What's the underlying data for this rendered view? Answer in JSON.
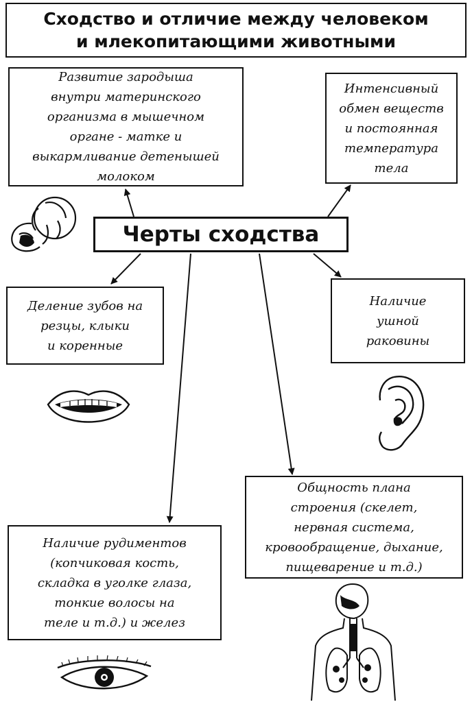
{
  "title": "Сходство и отличие между человеком\nи млекопитающими животными",
  "center": "Черты сходства",
  "features": {
    "embryo": "Развитие зародыша\nвнутри материнского\nорганизма в мышечном\nоргане - матке и\nвыкармливание детенышей\nмолоком",
    "metabolism": "Интенсивный\nобмен веществ\nи постоянная\nтемпература\nтела",
    "teeth": "Деление зубов на\nрезцы, клыки\nи коренные",
    "ear": "Наличие\nушной\nраковины",
    "structure": "Общность плана\nстроения (скелет,\nнервная система,\nкровообращение, дыхание,\nпищеварение и т.д.)",
    "rudiments": "Наличие рудиментов\n(копчиковая кость,\nскладка в уголке глаза,\nтонкие волосы на\nтеле и т.д.) и желез"
  },
  "icons": [
    "embryo-icon",
    "lips-teeth-icon",
    "ear-icon",
    "human-organs-icon",
    "eye-icon"
  ]
}
